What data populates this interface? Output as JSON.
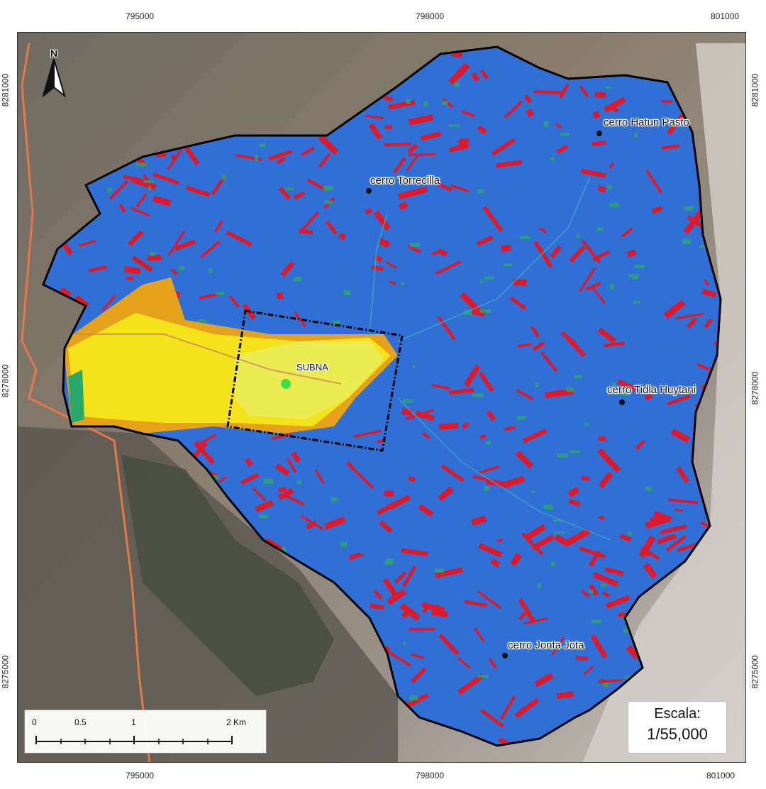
{
  "coordinates": {
    "x_ticks_top": [
      "795000",
      "798000",
      "801000"
    ],
    "x_ticks_bottom": [
      "795000",
      "798000",
      "801000"
    ],
    "y_ticks_left": [
      "8281000",
      "8278000",
      "8275000"
    ],
    "y_ticks_right": [
      "8281000",
      "8278000",
      "8275000"
    ]
  },
  "north_arrow": {
    "letter": "N",
    "icon": "north-arrow-icon"
  },
  "places": [
    {
      "name": "cerro Hatun Pasto"
    },
    {
      "name": "cerro Torrecilla"
    },
    {
      "name": "cerro Tidla Huytani"
    },
    {
      "name": "cerro Jonta Jota"
    }
  ],
  "town": {
    "name": "SUBNA"
  },
  "scale_bar": {
    "ticks": [
      "0",
      "0.5",
      "1",
      "2 Km"
    ]
  },
  "scale_box": {
    "title": "Escala:",
    "ratio": "1/55,000"
  },
  "colors": {
    "basin_blue": "#2f6fd6",
    "hazard_red": "#e0192a",
    "valley_yellow": "#f4e21b",
    "valley_orange": "#e7a21b",
    "green": "#2aa86a",
    "satellite_brown": "#7b7268"
  }
}
